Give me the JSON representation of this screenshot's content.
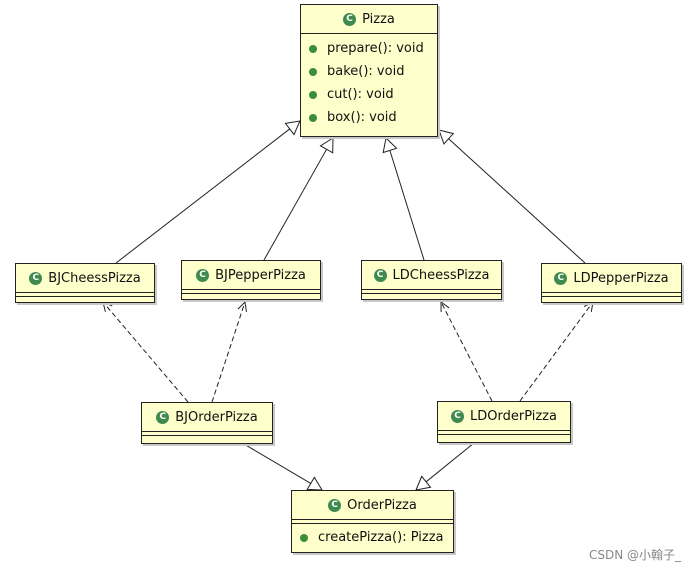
{
  "diagram": {
    "classes": [
      {
        "id": "pizza",
        "name": "Pizza",
        "methods": [
          "prepare(): void",
          "bake(): void",
          "cut(): void",
          "box(): void"
        ]
      },
      {
        "id": "bjcheess",
        "name": "BJCheessPizza",
        "methods": []
      },
      {
        "id": "bjpepper",
        "name": "BJPepperPizza",
        "methods": []
      },
      {
        "id": "ldcheess",
        "name": "LDCheessPizza",
        "methods": []
      },
      {
        "id": "ldpepper",
        "name": "LDPepperPizza",
        "methods": []
      },
      {
        "id": "bjorder",
        "name": "BJOrderPizza",
        "methods": []
      },
      {
        "id": "ldorder",
        "name": "LDOrderPizza",
        "methods": []
      },
      {
        "id": "order",
        "name": "OrderPizza",
        "methods": [
          "createPizza(): Pizza"
        ]
      }
    ],
    "relations": [
      {
        "from": "bjcheess",
        "to": "pizza",
        "kind": "inheritance"
      },
      {
        "from": "bjpepper",
        "to": "pizza",
        "kind": "inheritance"
      },
      {
        "from": "ldcheess",
        "to": "pizza",
        "kind": "inheritance"
      },
      {
        "from": "ldpepper",
        "to": "pizza",
        "kind": "inheritance"
      },
      {
        "from": "bjorder",
        "to": "bjcheess",
        "kind": "dependency"
      },
      {
        "from": "bjorder",
        "to": "bjpepper",
        "kind": "dependency"
      },
      {
        "from": "ldorder",
        "to": "ldcheess",
        "kind": "dependency"
      },
      {
        "from": "ldorder",
        "to": "ldpepper",
        "kind": "dependency"
      },
      {
        "from": "bjorder",
        "to": "order",
        "kind": "inheritance"
      },
      {
        "from": "ldorder",
        "to": "order",
        "kind": "inheritance"
      }
    ],
    "class_icon_letter": "C",
    "colors": {
      "class_fill": "#ffffcc",
      "icon": "#3f8a4f",
      "line": "#222222"
    }
  },
  "watermark": "CSDN @小翰子_"
}
